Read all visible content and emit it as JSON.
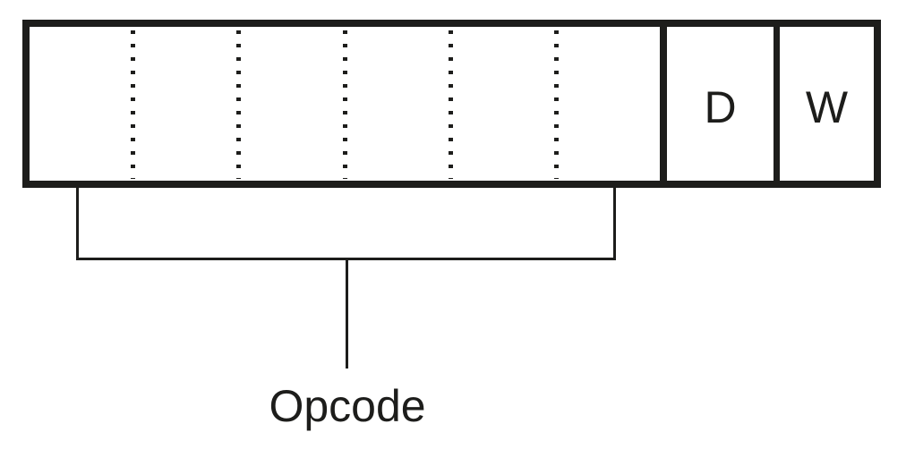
{
  "figure": {
    "type": "instruction-format-diagram",
    "opcode_field": {
      "label": "Opcode",
      "bit_slots": 6
    },
    "flag_cells": [
      {
        "label": "D"
      },
      {
        "label": "W"
      }
    ],
    "colors": {
      "line": "#1d1d1b",
      "background": "#ffffff"
    }
  }
}
